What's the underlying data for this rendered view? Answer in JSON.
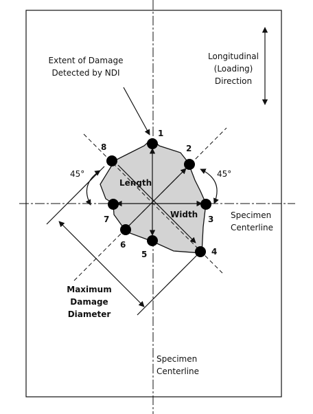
{
  "labels": {
    "extent_line1": "Extent of Damage",
    "extent_line2": "Detected by NDI",
    "longitudinal_line1": "Longitudinal",
    "longitudinal_line2": "(Loading)",
    "longitudinal_line3": "Direction",
    "angle_left": "45°",
    "angle_right": "45°",
    "length": "Length",
    "width": "Width",
    "specimen_cl_right_line1": "Specimen",
    "specimen_cl_right_line2": "Centerline",
    "specimen_cl_bottom_line1": "Specimen",
    "specimen_cl_bottom_line2": "Centerline",
    "max_damage_line1": "Maximum",
    "max_damage_line2": "Damage",
    "max_damage_line3": "Diameter"
  },
  "points": [
    {
      "label": "1"
    },
    {
      "label": "2"
    },
    {
      "label": "3"
    },
    {
      "label": "4"
    },
    {
      "label": "5"
    },
    {
      "label": "6"
    },
    {
      "label": "7"
    },
    {
      "label": "8"
    }
  ],
  "colors": {
    "damage_fill": "#d3d3d3",
    "stroke": "#111111",
    "point": "#000000"
  }
}
